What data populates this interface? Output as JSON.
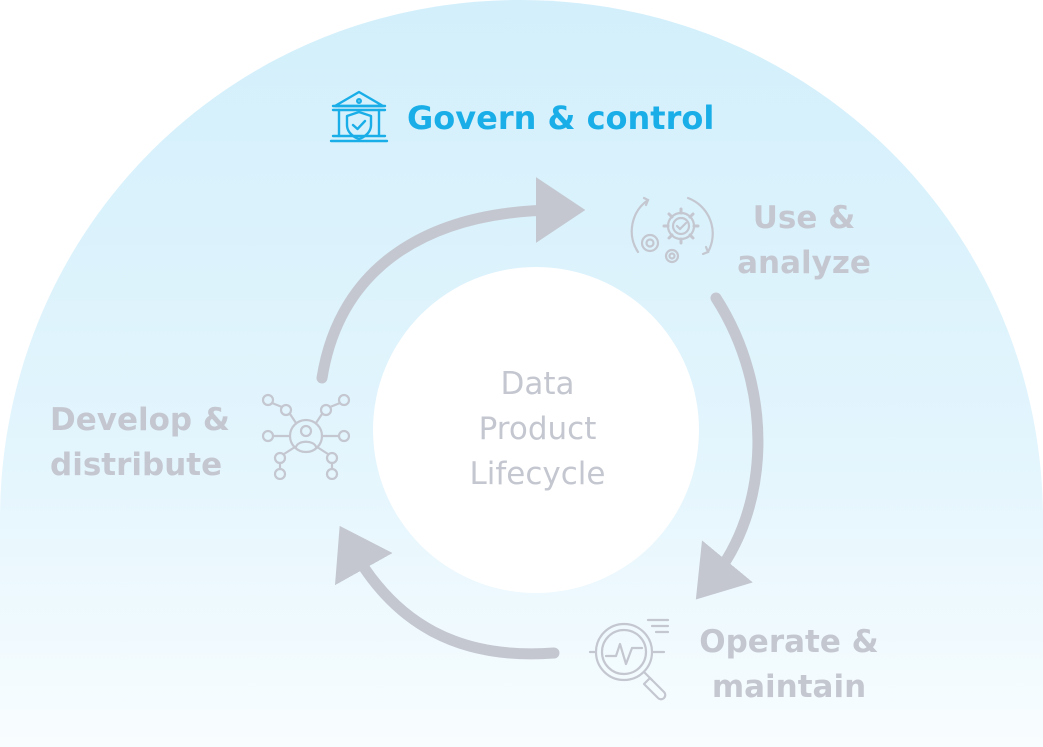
{
  "govern": {
    "title": "Govern & control",
    "icon": "bank-shield-icon",
    "color": "#1aaee8"
  },
  "center": {
    "lines": [
      "Data",
      "Product",
      "Lifecycle"
    ]
  },
  "stages": {
    "use": {
      "lines": [
        "Use &",
        "analyze"
      ],
      "icon": "gears-check-icon"
    },
    "operate": {
      "lines": [
        "Operate &",
        "maintain"
      ],
      "icon": "magnifier-chart-icon"
    },
    "develop": {
      "lines": [
        "Develop &",
        "distribute"
      ],
      "icon": "network-user-icon"
    }
  },
  "colors": {
    "arch_top": "#d2effb",
    "arch_bottom": "#f6fcff",
    "arrow": "#c4c7d0",
    "stage_text": "#c4c7d0",
    "icon_grey": "#c4c7d0"
  }
}
